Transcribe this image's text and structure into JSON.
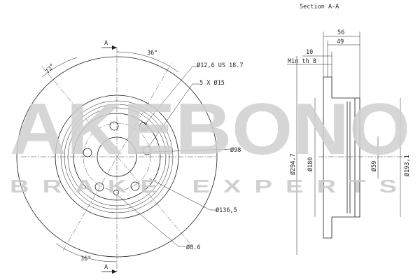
{
  "section_title": "Section A-A",
  "logo": {
    "wordmark": "AKEBONO",
    "tagline": "BRAKE EXPERTS"
  },
  "front_view": {
    "section_mark_top": "A",
    "section_mark_bottom": "A",
    "angle_top": "36°",
    "angle_left": "72°",
    "angle_bottom": "36°",
    "callouts": {
      "stud_hole": "Ø12,6 US 18.7",
      "bolt_pattern": "5 X Ø15",
      "center_bore": "Ø98",
      "pcd": "Ø136,5",
      "small_hole": "Ø8.6"
    }
  },
  "section_view": {
    "overall_height": "56",
    "hub_height": "49",
    "thickness": "10",
    "min_thickness": "Min th 8",
    "outer_diameter": "Ø294,7",
    "inner_diameter": "Ø180",
    "hat_diameter": "Ø193,1",
    "bore_diameter": "Ø59"
  }
}
